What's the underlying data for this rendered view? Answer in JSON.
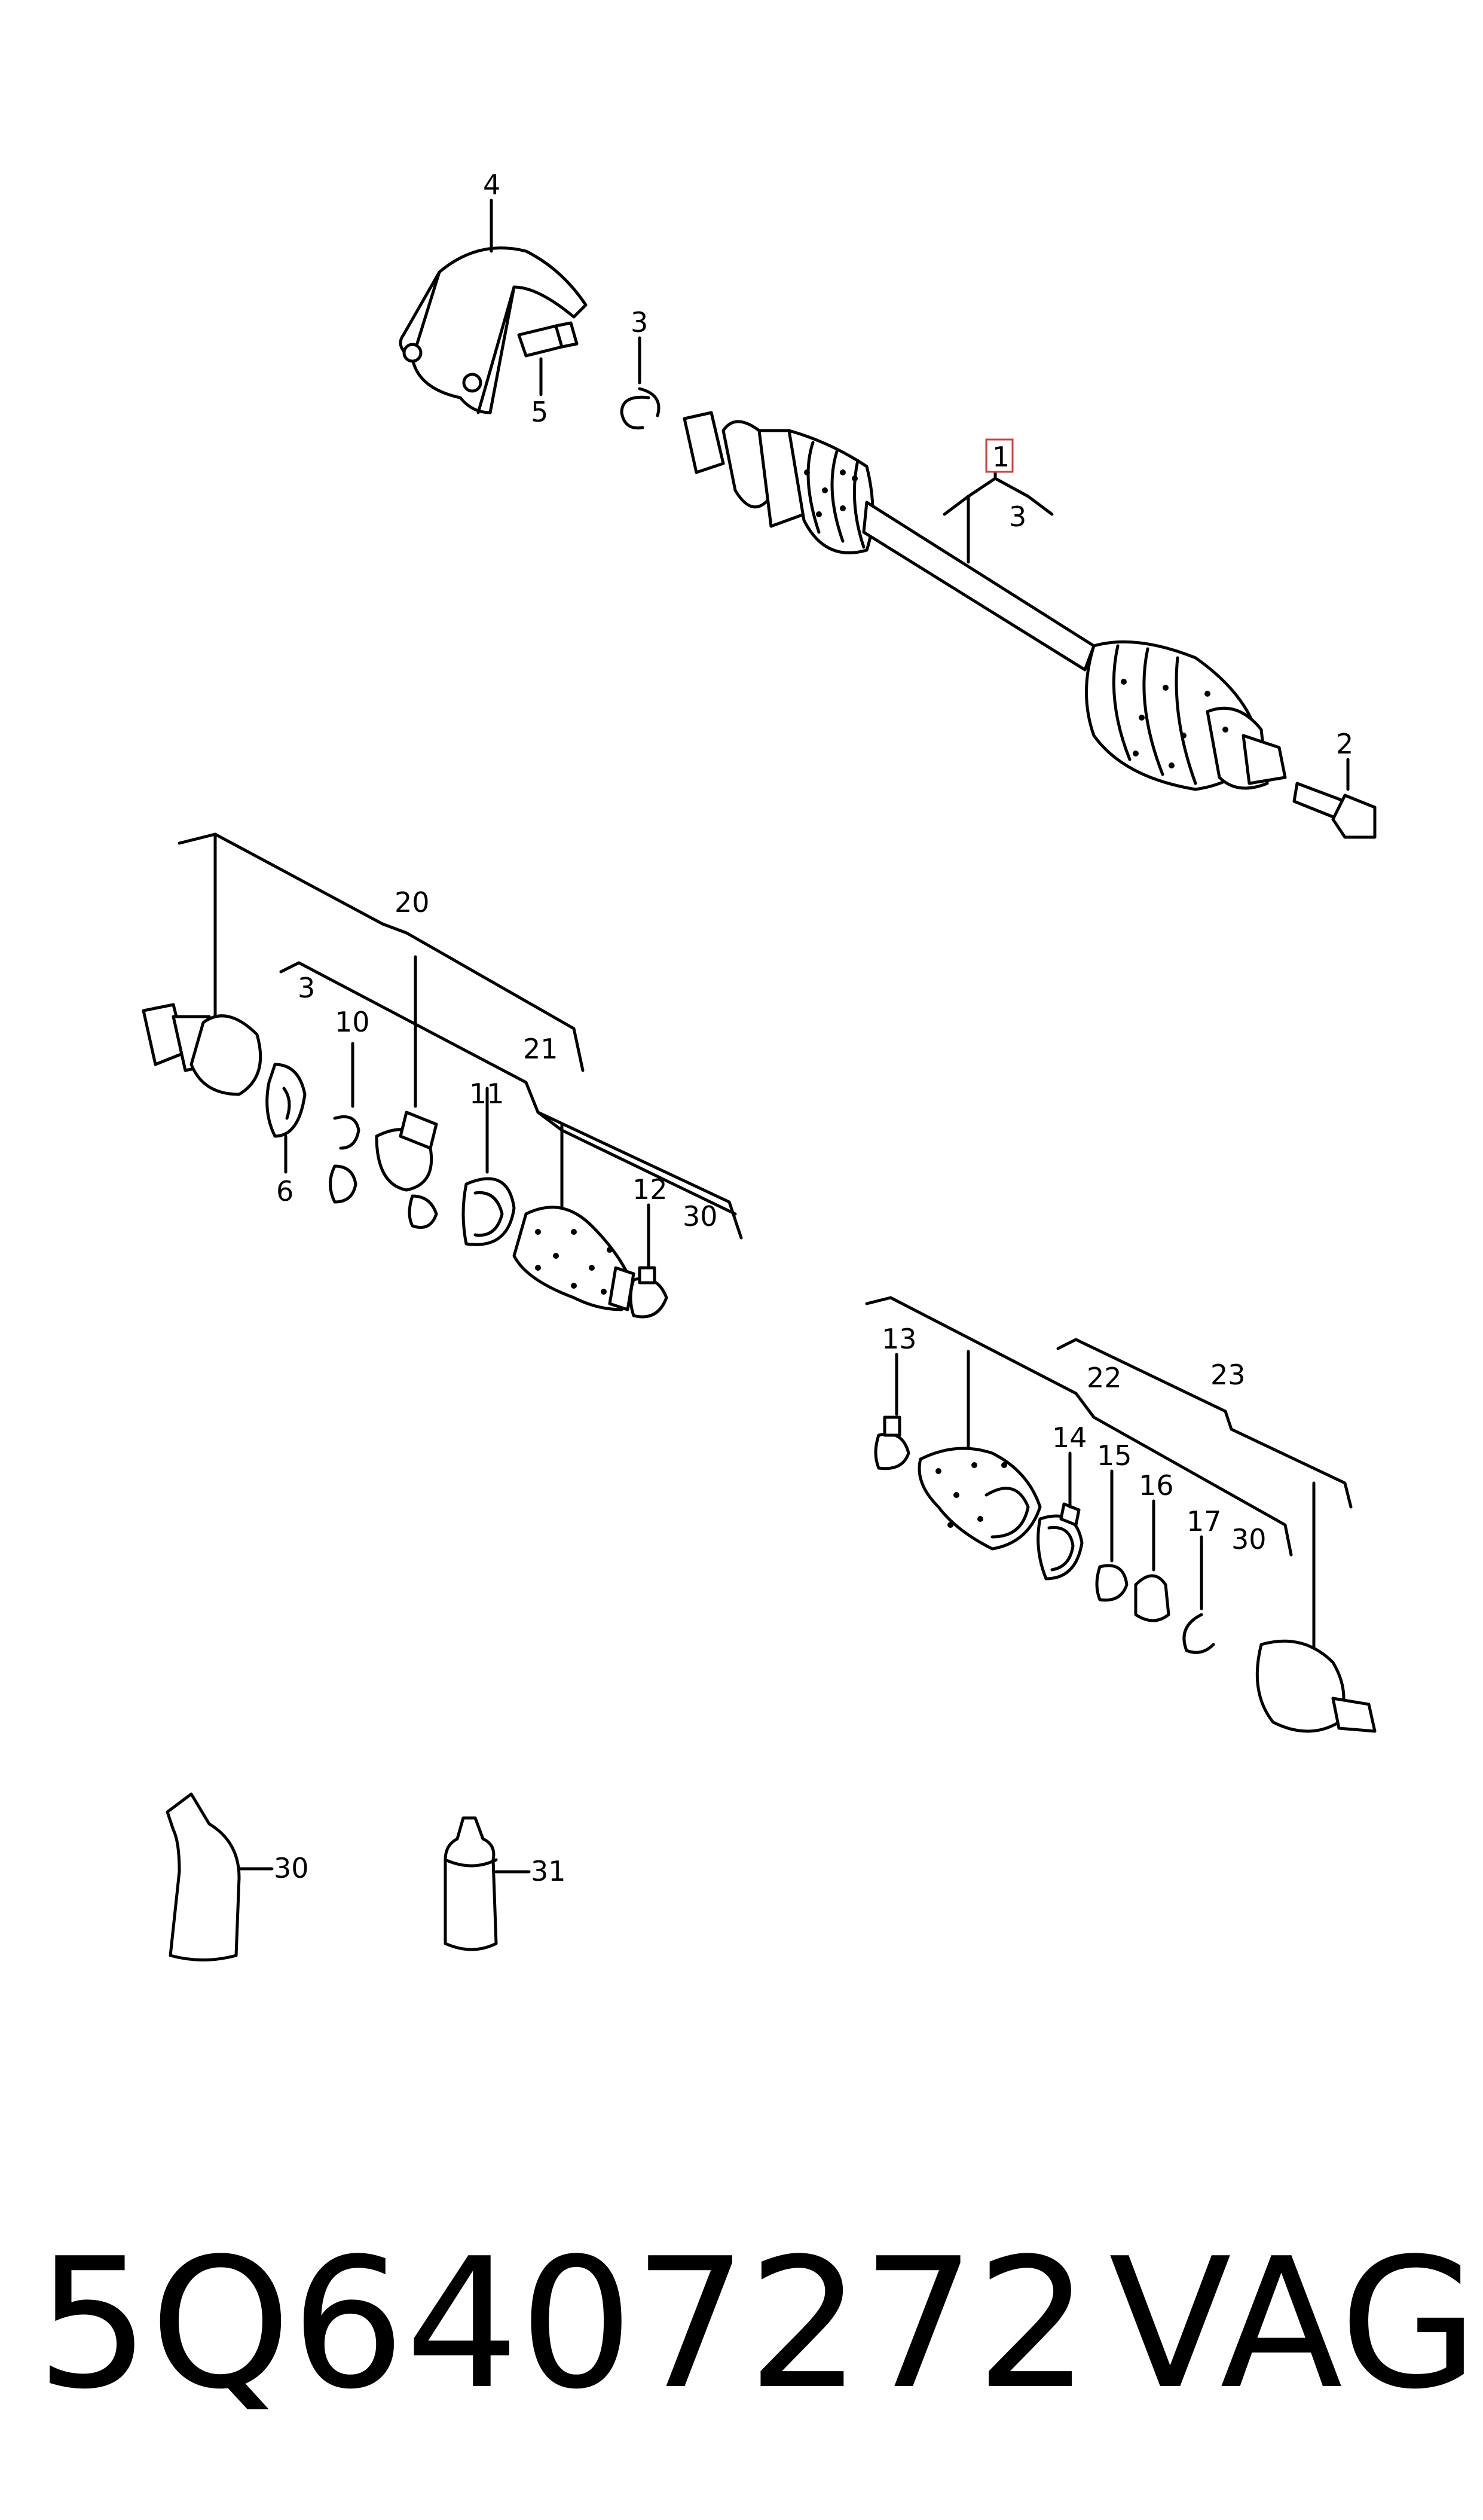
{
  "labels": {
    "l1": "1",
    "l2": "2",
    "l3a": "3",
    "l3b": "3",
    "l3c": "3",
    "l4": "4",
    "l5": "5",
    "l6": "6",
    "l10": "10",
    "l11": "11",
    "l12": "12",
    "l13": "13",
    "l14": "14",
    "l15": "15",
    "l16": "16",
    "l17": "17",
    "l20": "20",
    "l21": "21",
    "l22": "22",
    "l23": "23",
    "l30a": "30",
    "l30b": "30",
    "l30c": "30",
    "l31": "31"
  },
  "footer": {
    "part_number": "5Q6407272",
    "brand": "VAG"
  },
  "colors": {
    "line": "#000000",
    "highlight": "#d04040",
    "background": "#ffffff"
  }
}
